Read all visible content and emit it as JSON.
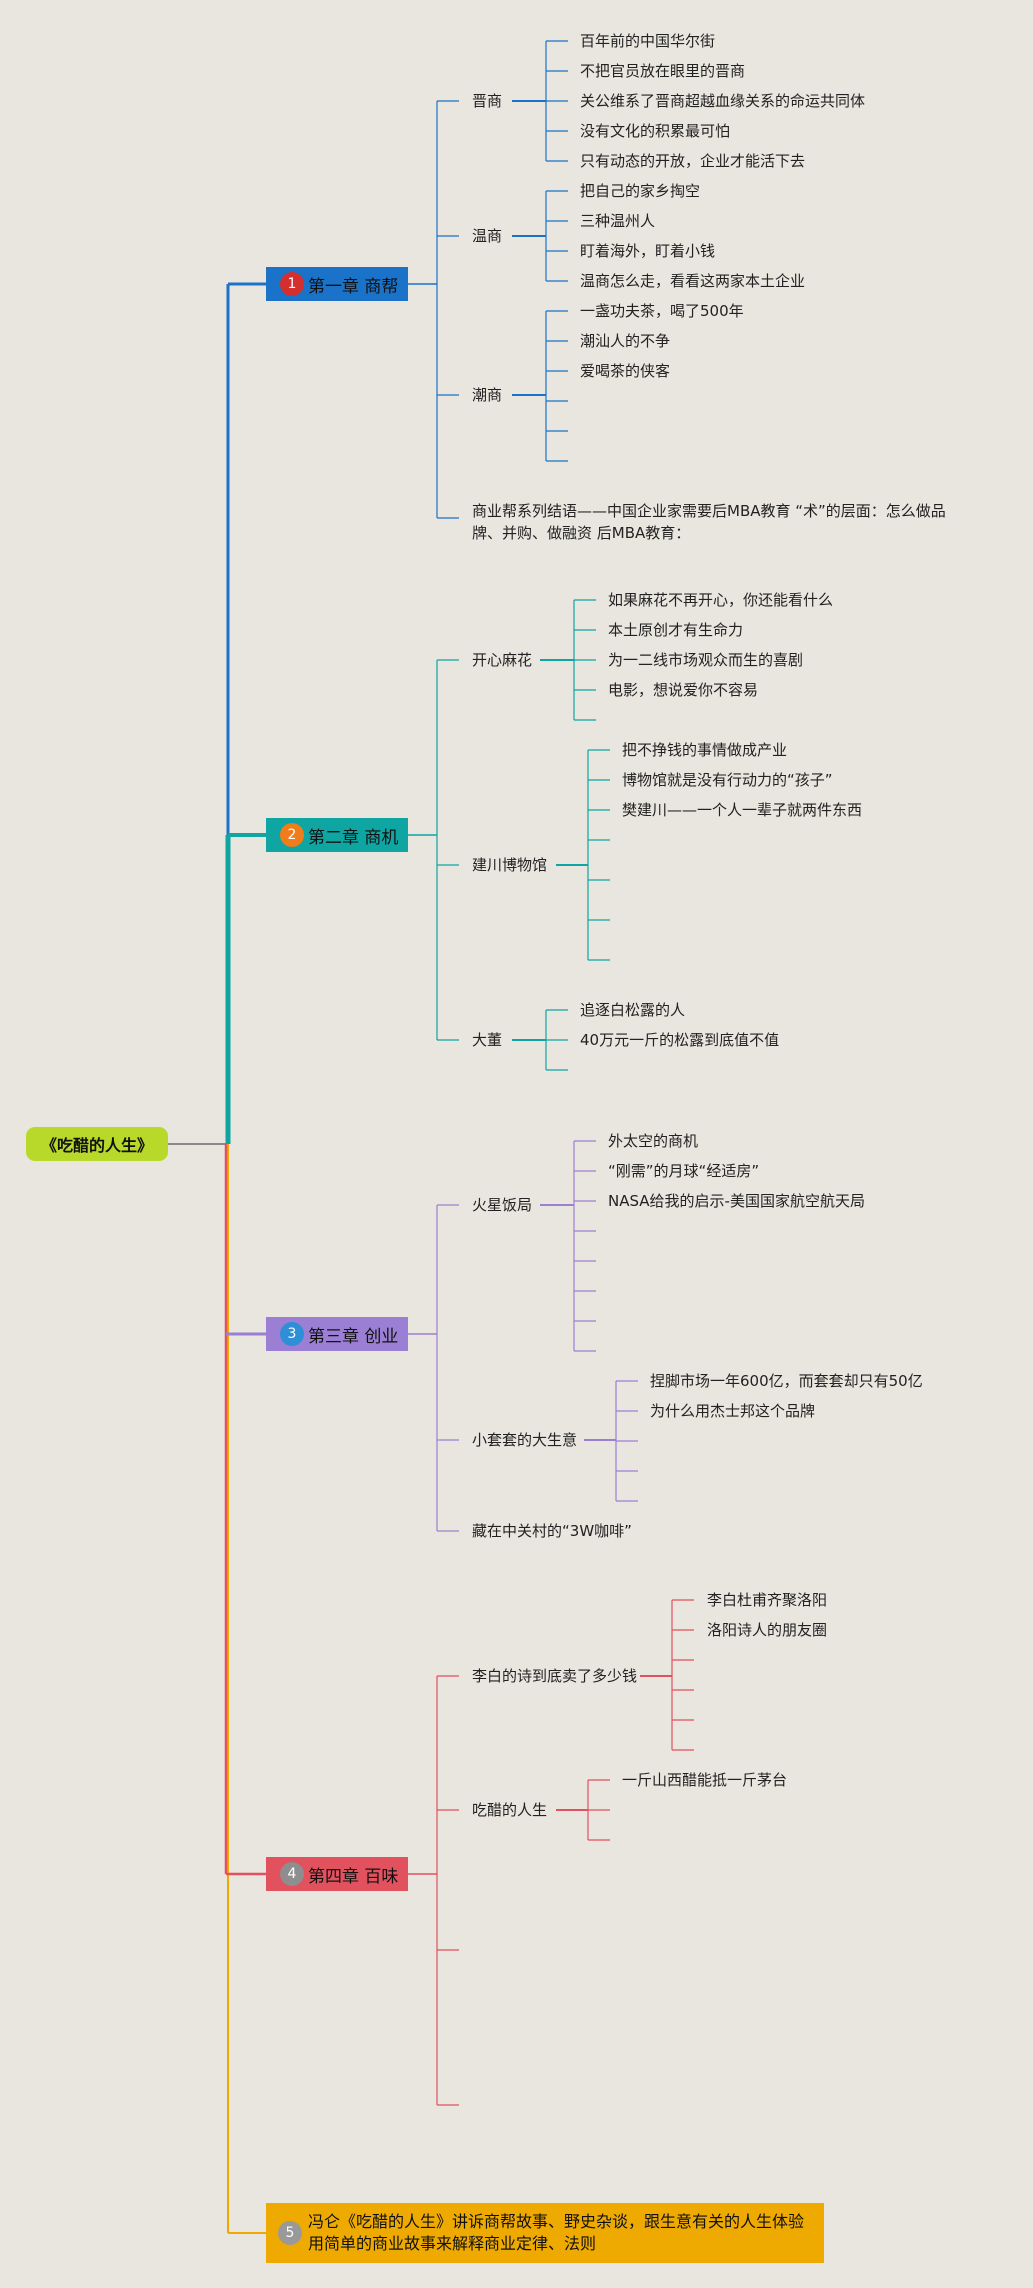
{
  "root": "《吃醋的人生》",
  "colors": {
    "ch1": "#1a73c8",
    "ch2": "#0ea5a2",
    "ch3": "#9b7fd4",
    "ch4": "#e2515e",
    "ch5": "#eeaa00",
    "root": "#b9d92a"
  },
  "chapters": [
    {
      "num": "1",
      "title": "第一章 商帮",
      "subs": [
        {
          "label": "晋商",
          "items": [
            "百年前的中国华尔街",
            "不把官员放在眼里的晋商",
            "关公维系了晋商超越血缘关系的命运共同体",
            "没有文化的积累最可怕",
            "只有动态的开放，企业才能活下去"
          ]
        },
        {
          "label": "温商",
          "items": [
            "把自己的家乡掏空",
            "三种温州人",
            "盯着海外，盯着小钱",
            "温商怎么走，看看这两家本土企业"
          ]
        },
        {
          "label": "潮商",
          "items": [
            "一盏功夫茶，喝了500年",
            "潮汕人的不争",
            "爱喝茶的侠客"
          ]
        },
        {
          "label": "商业帮系列结语——中国企业家需要后MBA教育 “术”的层面：怎么做品牌、并购、做融资 后MBA教育：",
          "items": []
        }
      ]
    },
    {
      "num": "2",
      "title": "第二章 商机",
      "subs": [
        {
          "label": "开心麻花",
          "items": [
            "如果麻花不再开心，你还能看什么",
            "本土原创才有生命力",
            "为一二线市场观众而生的喜剧",
            "电影，想说爱你不容易"
          ]
        },
        {
          "label": "建川博物馆",
          "items": [
            "把不挣钱的事情做成产业",
            "博物馆就是没有行动力的“孩子”",
            "樊建川——一个人一辈子就两件东西"
          ]
        },
        {
          "label": "大董",
          "items": [
            "追逐白松露的人",
            "40万元一斤的松露到底值不值"
          ]
        }
      ]
    },
    {
      "num": "3",
      "title": "第三章 创业",
      "subs": [
        {
          "label": "火星饭局",
          "items": [
            "外太空的商机",
            "“刚需”的月球“经适房”",
            "NASA给我的启示-美国国家航空航天局"
          ]
        },
        {
          "label": "小套套的大生意",
          "items": [
            "捏脚市场一年600亿，而套套却只有50亿",
            "为什么用杰士邦这个品牌"
          ]
        },
        {
          "label": "藏在中关村的“3W咖啡”",
          "items": []
        }
      ]
    },
    {
      "num": "4",
      "title": "第四章 百味",
      "subs": [
        {
          "label": "李白的诗到底卖了多少钱",
          "items": [
            "李白杜甫齐聚洛阳",
            "洛阳诗人的朋友圈"
          ]
        },
        {
          "label": "吃醋的人生",
          "items": [
            "一斤山西醋能抵一斤茅台"
          ]
        }
      ]
    },
    {
      "num": "5",
      "title": "冯仑《吃醋的人生》讲诉商帮故事、野史杂谈，跟生意有关的人生体验 用简单的商业故事来解释商业定律、法则",
      "subs": []
    }
  ]
}
